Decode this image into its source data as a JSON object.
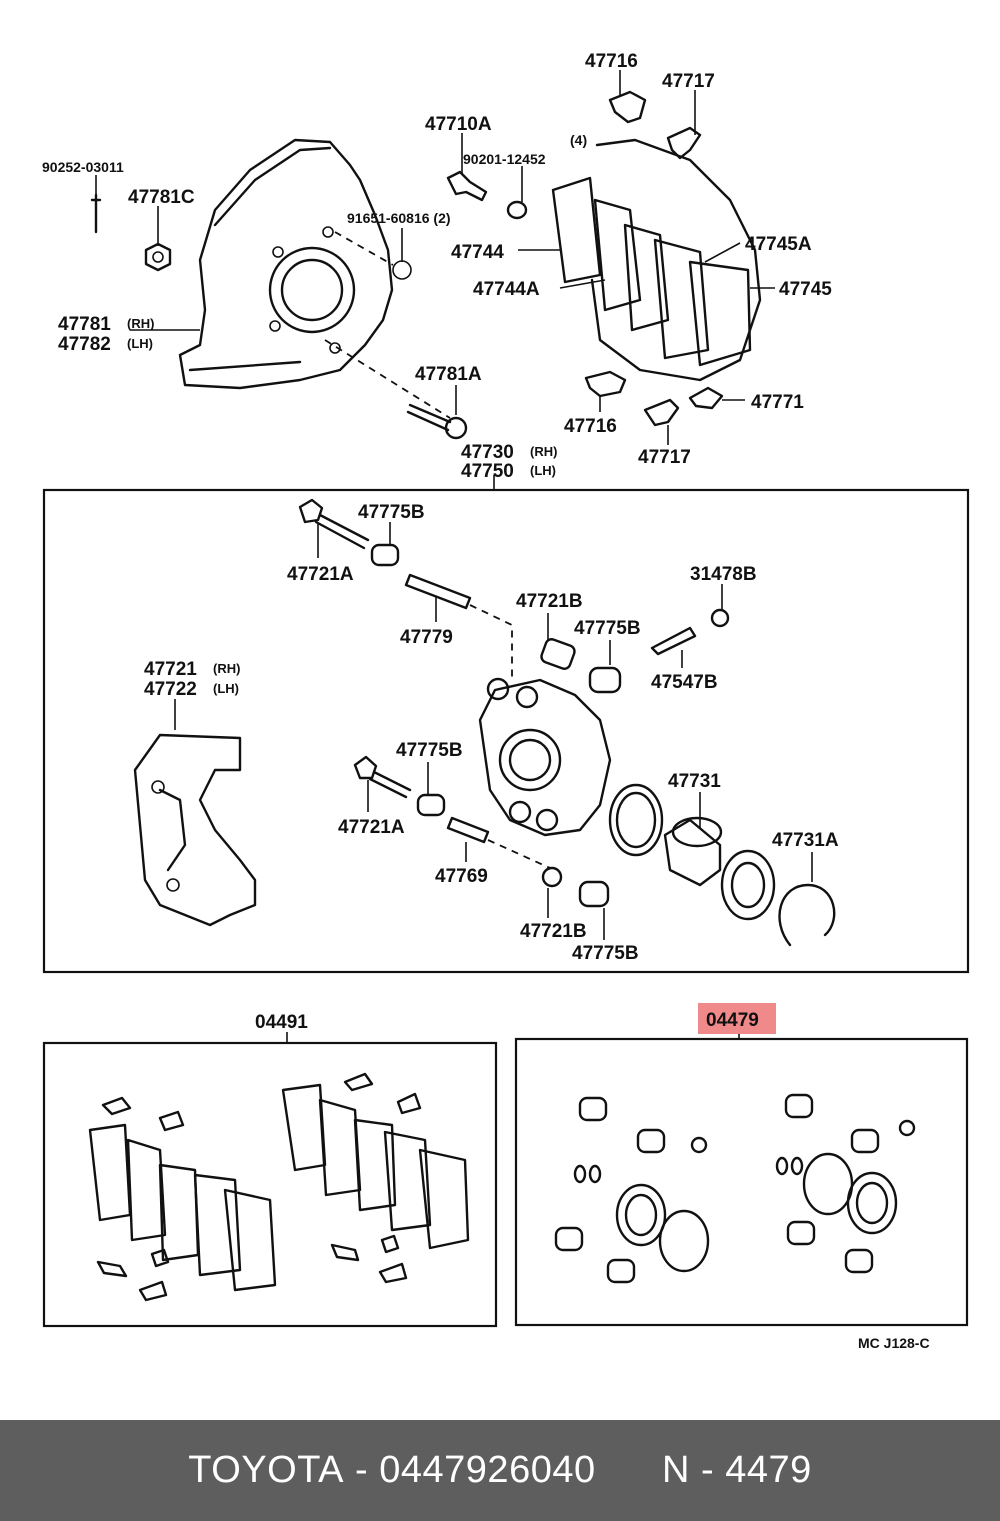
{
  "diagram": {
    "labels": {
      "p47716_top": "47716",
      "p47717_top": "47717",
      "p47710A": "47710A",
      "qty4": "(4)",
      "p90201": "90201-12452",
      "p90252": "90252-03011",
      "p47781C": "47781C",
      "p91651": "91651-60816 (2)",
      "p47744": "47744",
      "p47744A": "47744A",
      "p47745A": "47745A",
      "p47745": "47745",
      "p47781": "47781",
      "p47781_rh": "(RH)",
      "p47782": "47782",
      "p47782_lh": "(LH)",
      "p47781A": "47781A",
      "p47716_bot": "47716",
      "p47771": "47771",
      "p47717_bot": "47717",
      "p47730": "47730",
      "p47730_rh": "(RH)",
      "p47750": "47750",
      "p47750_lh": "(LH)",
      "p47775B_1": "47775B",
      "p47721A_1": "47721A",
      "p47779": "47779",
      "p47721B_1": "47721B",
      "p47775B_2": "47775B",
      "p31478B": "31478B",
      "p47547B": "47547B",
      "p47721": "47721",
      "p47721_rh": "(RH)",
      "p47722": "47722",
      "p47722_lh": "(LH)",
      "p47775B_3": "47775B",
      "p47731": "47731",
      "p47731A": "47731A",
      "p47721A_2": "47721A",
      "p47769": "47769",
      "p47721B_2": "47721B",
      "p47775B_4": "47775B",
      "p04491": "04491",
      "p04479": "04479",
      "diagram_code": "MC J128-C"
    },
    "highlight": {
      "part": "04479",
      "color": "#f08a8a"
    }
  },
  "footer": {
    "brand": "TOYOTA",
    "separator": "-",
    "part_number": "0447926040",
    "ref_prefix": "N",
    "ref_separator": "-",
    "ref_number": "4479",
    "background": "#5e5e5e",
    "text_color": "#ffffff"
  }
}
